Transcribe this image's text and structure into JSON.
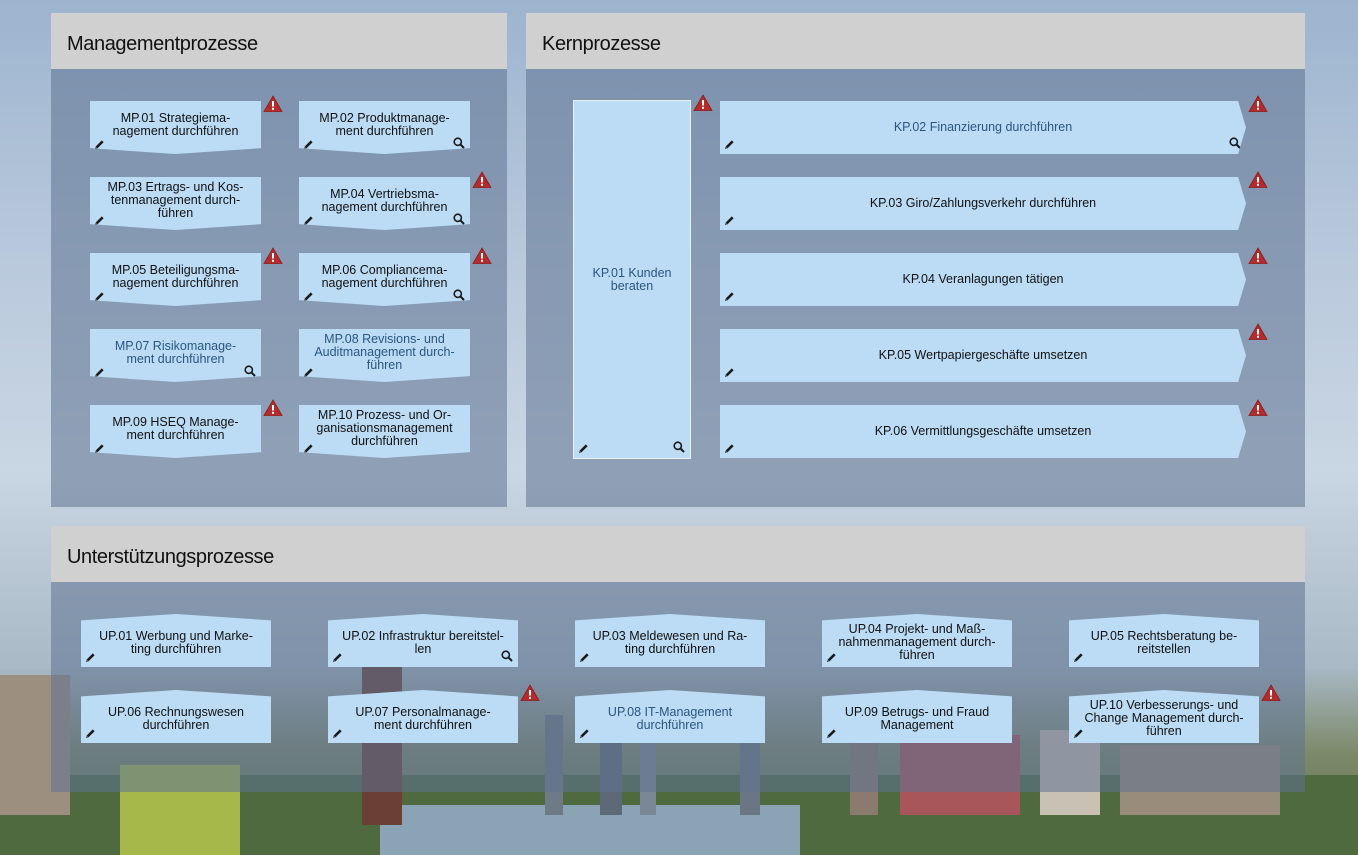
{
  "sections": {
    "management": {
      "title": "Managementprozesse",
      "items": [
        {
          "label": "MP.01 Strategiema-\nnagement durchführen",
          "link": false,
          "search": false,
          "warning": true
        },
        {
          "label": "MP.02 Produktmanage-\nment durchführen",
          "link": false,
          "search": true,
          "warning": false
        },
        {
          "label": "MP.03 Ertrags- und Kos-\ntenmanagement durch-\nführen",
          "link": false,
          "search": false,
          "warning": false
        },
        {
          "label": "MP.04 Vertriebsma-\nnagement durchführen",
          "link": false,
          "search": true,
          "warning": true
        },
        {
          "label": "MP.05 Beteiligungsma-\nnagement durchführen",
          "link": false,
          "search": false,
          "warning": true
        },
        {
          "label": "MP.06 Compliancema-\nnagement durchführen",
          "link": false,
          "search": true,
          "warning": true
        },
        {
          "label": "MP.07 Risikomanage-\nment durchführen",
          "link": true,
          "search": true,
          "warning": false
        },
        {
          "label": "MP.08 Revisions- und\nAuditmanagement durch-\nführen",
          "link": true,
          "search": false,
          "warning": false
        },
        {
          "label": "MP.09 HSEQ Manage-\nment durchführen",
          "link": false,
          "search": false,
          "warning": true
        },
        {
          "label": "MP.10 Prozess- und Or-\nganisationsmanagement\ndurchführen",
          "link": false,
          "search": false,
          "warning": false
        }
      ]
    },
    "core": {
      "title": "Kernprozesse",
      "main": {
        "label": "KP.01 Kunden\nberaten",
        "link": true,
        "search": true,
        "warning": true
      },
      "items": [
        {
          "label": "KP.02 Finanzierung durchführen",
          "link": true,
          "search": true,
          "warning": true
        },
        {
          "label": "KP.03 Giro/Zahlungsverkehr durchführen",
          "link": false,
          "search": false,
          "warning": true
        },
        {
          "label": "KP.04 Veranlagungen tätigen",
          "link": false,
          "search": false,
          "warning": true
        },
        {
          "label": "KP.05 Wertpapiergeschäfte umsetzen",
          "link": false,
          "search": false,
          "warning": true
        },
        {
          "label": "KP.06 Vermittlungsgeschäfte umsetzen",
          "link": false,
          "search": false,
          "warning": true
        }
      ]
    },
    "support": {
      "title": "Unterstützungsprozesse",
      "items": [
        {
          "label": "UP.01 Werbung und Marke-\nting durchführen",
          "link": false,
          "search": false,
          "warning": false
        },
        {
          "label": "UP.02 Infrastruktur bereitstel-\nlen",
          "link": false,
          "search": true,
          "warning": false
        },
        {
          "label": "UP.03 Meldewesen und Ra-\nting durchführen",
          "link": false,
          "search": false,
          "warning": false
        },
        {
          "label": "UP.04 Projekt- und Maß-\nnahmenmanagement durch-\nführen",
          "link": false,
          "search": false,
          "warning": false
        },
        {
          "label": "UP.05 Rechtsberatung be-\nreitstellen",
          "link": false,
          "search": false,
          "warning": false
        },
        {
          "label": "UP.06 Rechnungswesen\ndurchführen",
          "link": false,
          "search": false,
          "warning": false
        },
        {
          "label": "UP.07 Personalmanage-\nment durchführen",
          "link": false,
          "search": false,
          "warning": true
        },
        {
          "label": "UP.08 IT-Management\ndurchführen",
          "link": true,
          "search": false,
          "warning": false
        },
        {
          "label": "UP.09 Betrugs- und Fraud\nManagement",
          "link": false,
          "search": false,
          "warning": false
        },
        {
          "label": "UP.10 Verbesserungs- und\nChange Management durch-\nführen",
          "link": false,
          "search": false,
          "warning": true
        }
      ]
    }
  },
  "colors": {
    "box": "#bcdcf5",
    "link_text": "#2a5680",
    "warning": "#b52a2a",
    "header": "#d0d0d0"
  },
  "icons": {
    "edit": "pencil-icon",
    "search": "magnifier-icon",
    "warning": "warning-triangle-icon"
  }
}
